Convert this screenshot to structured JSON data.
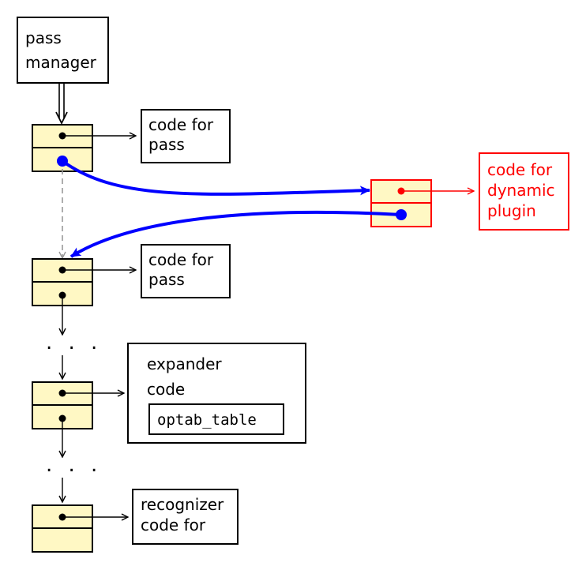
{
  "pass_manager": {
    "line1": "pass",
    "line2": "manager"
  },
  "code_boxes": {
    "first": {
      "line1": "code for",
      "line2": "pass"
    },
    "second": {
      "line1": "code for",
      "line2": "pass"
    }
  },
  "expander": {
    "line1": "expander",
    "line2": "code",
    "table": "optab_table"
  },
  "recognizer": {
    "line1": "recognizer",
    "line2": "code for"
  },
  "plugin": {
    "line1": "code for",
    "line2": "dynamic",
    "line3": "plugin"
  },
  "ellipsis": {
    "first": ". . .",
    "second": ". . ."
  },
  "colors": {
    "node_fill": "#fff8c4",
    "plugin_color": "#ff0000",
    "insertion_arrow": "#0000ff",
    "old_link": "#999999",
    "stroke": "#000000"
  }
}
